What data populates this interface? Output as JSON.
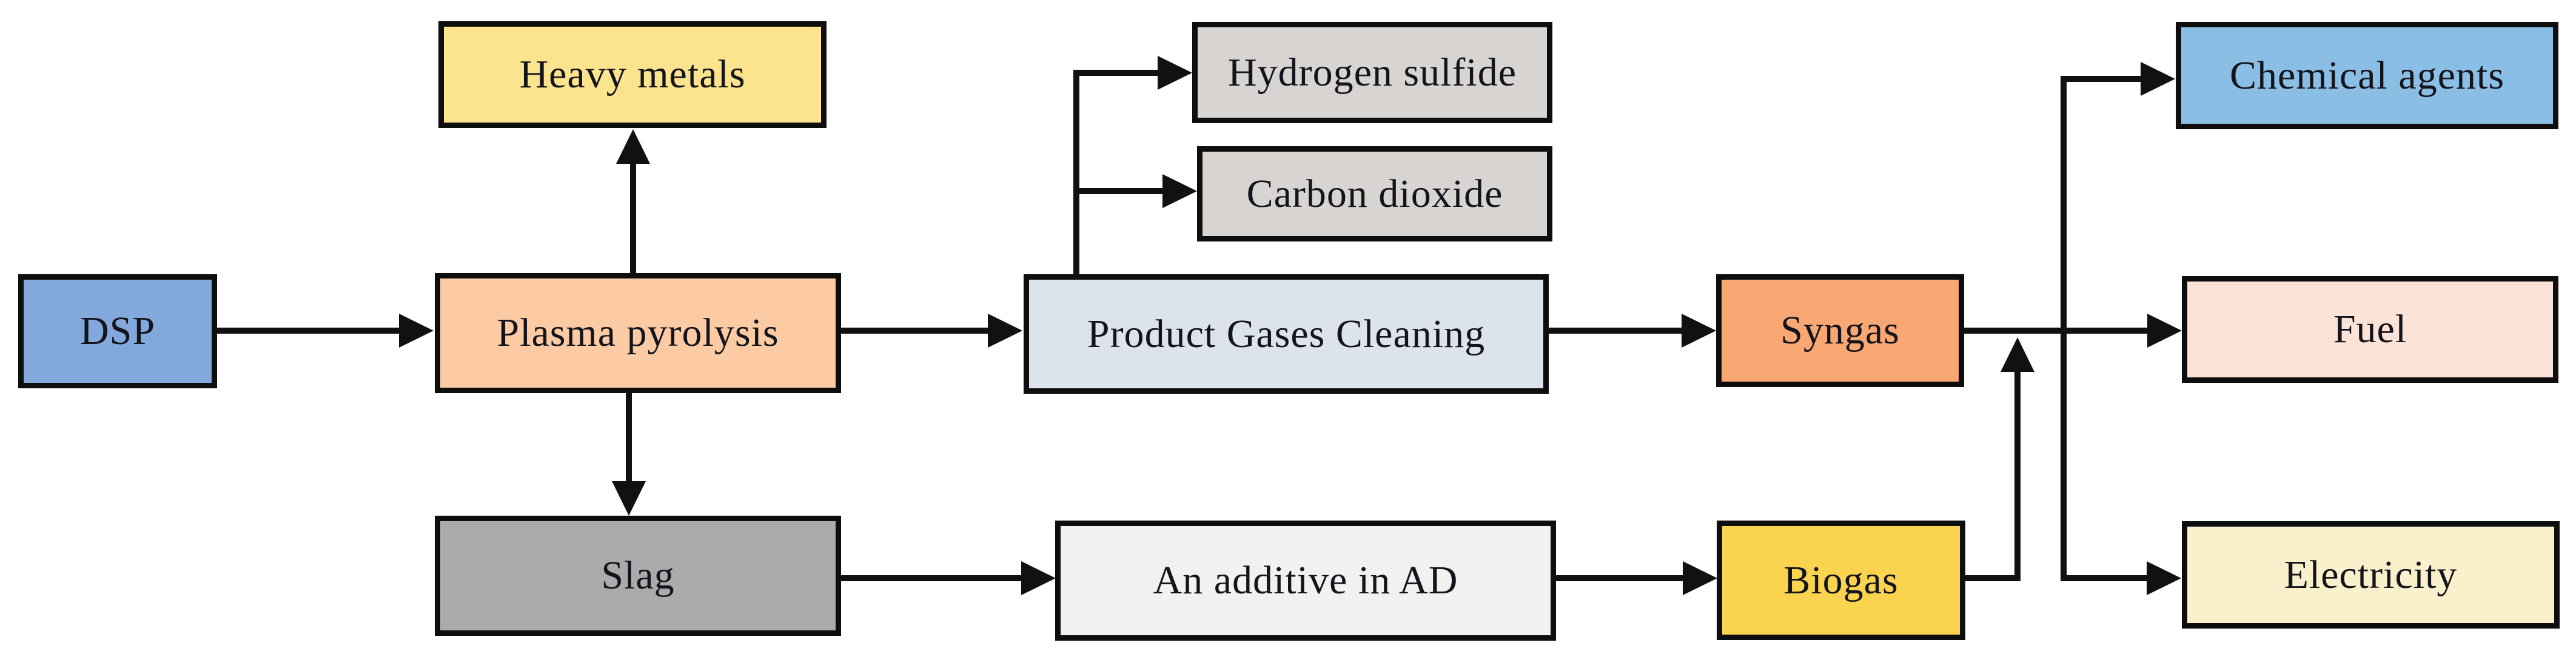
{
  "diagram": {
    "title": "DSP plasma pyrolysis process flow diagram",
    "background_color": "#ffffff",
    "line_color": "#111111",
    "border_color": "#0e0e0e",
    "text_color": "#14141c"
  },
  "nodes": {
    "dsp": {
      "label": "DSP",
      "fill": "#82A8DC"
    },
    "heavy": {
      "label": "Heavy metals",
      "fill": "#FCE38D"
    },
    "plasma": {
      "label": "Plasma pyrolysis",
      "fill": "#FCCBA4"
    },
    "slag": {
      "label": "Slag",
      "fill": "#ABABAB"
    },
    "h2s": {
      "label": "Hydrogen sulfide",
      "fill": "#D8D4D1"
    },
    "co2": {
      "label": "Carbon dioxide",
      "fill": "#D8D4D1"
    },
    "pgc": {
      "label": "Product Gases Cleaning",
      "fill": "#DCE3ED"
    },
    "add": {
      "label": "An additive in AD",
      "fill": "#F2F1EF"
    },
    "syn": {
      "label": "Syngas",
      "fill": "#F9A873"
    },
    "bio": {
      "label": "Biogas",
      "fill": "#FBD44F"
    },
    "chem": {
      "label": "Chemical agents",
      "fill": "#8BBEE4"
    },
    "fuel": {
      "label": "Fuel",
      "fill": "#FBE4D7"
    },
    "elec": {
      "label": "Electricity",
      "fill": "#FAF0CC"
    }
  },
  "edges": [
    {
      "from": "DSP",
      "to": "Plasma pyrolysis"
    },
    {
      "from": "Plasma pyrolysis",
      "to": "Heavy metals"
    },
    {
      "from": "Plasma pyrolysis",
      "to": "Slag"
    },
    {
      "from": "Plasma pyrolysis",
      "to": "Product Gases Cleaning"
    },
    {
      "from": "Product Gases Cleaning",
      "to": "Hydrogen sulfide"
    },
    {
      "from": "Product Gases Cleaning",
      "to": "Carbon dioxide"
    },
    {
      "from": "Product Gases Cleaning",
      "to": "Syngas"
    },
    {
      "from": "Slag",
      "to": "An additive in AD"
    },
    {
      "from": "An additive in AD",
      "to": "Biogas"
    },
    {
      "from": "Syngas",
      "to": "Fuel"
    },
    {
      "from": "Biogas",
      "to": "Syngas output line"
    },
    {
      "from": "Syngas output line",
      "to": "Chemical agents"
    },
    {
      "from": "Syngas output line",
      "to": "Electricity"
    }
  ]
}
